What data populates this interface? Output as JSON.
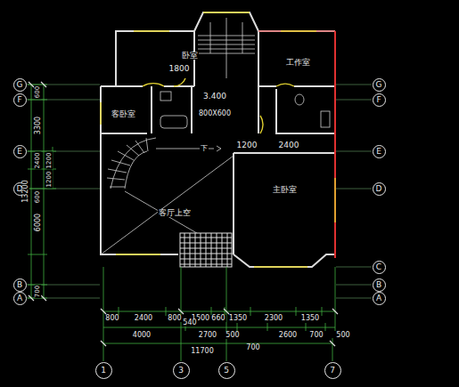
{
  "diagram": {
    "nodes": [
      {
        "text": [
          "G"
        ]
      },
      {
        "text": [
          "G"
        ]
      },
      {
        "text": [
          "F"
        ]
      },
      {
        "text": [
          "F"
        ]
      },
      {
        "text": [
          "E"
        ]
      },
      {
        "text": [
          "E"
        ]
      },
      {
        "text": [
          "D"
        ]
      },
      {
        "text": [
          "D"
        ]
      },
      {
        "text": [
          "C"
        ]
      },
      {
        "text": [
          "B"
        ]
      },
      {
        "text": [
          "B"
        ]
      },
      {
        "text": [
          "A"
        ]
      },
      {
        "text": [
          "A"
        ]
      },
      {
        "text": [
          "1"
        ]
      },
      {
        "text": [
          "3"
        ]
      },
      {
        "text": [
          "5"
        ]
      },
      {
        "text": [
          "7"
        ]
      }
    ],
    "labels": [
      "卧室",
      "工作室",
      "1800",
      "3.400",
      "客卧室",
      "800X600",
      "1200",
      "2400",
      "下",
      "主卧室",
      "客厅上空",
      "600",
      "3300",
      "2400",
      "1200",
      "1200",
      "13200",
      "600",
      "6000",
      "700",
      "800",
      "2400",
      "800",
      "1500",
      "660",
      "1350",
      "2300",
      "1350",
      "4000",
      "540",
      "2700",
      "500",
      "700",
      "2600",
      "700",
      "500",
      "11700"
    ]
  }
}
